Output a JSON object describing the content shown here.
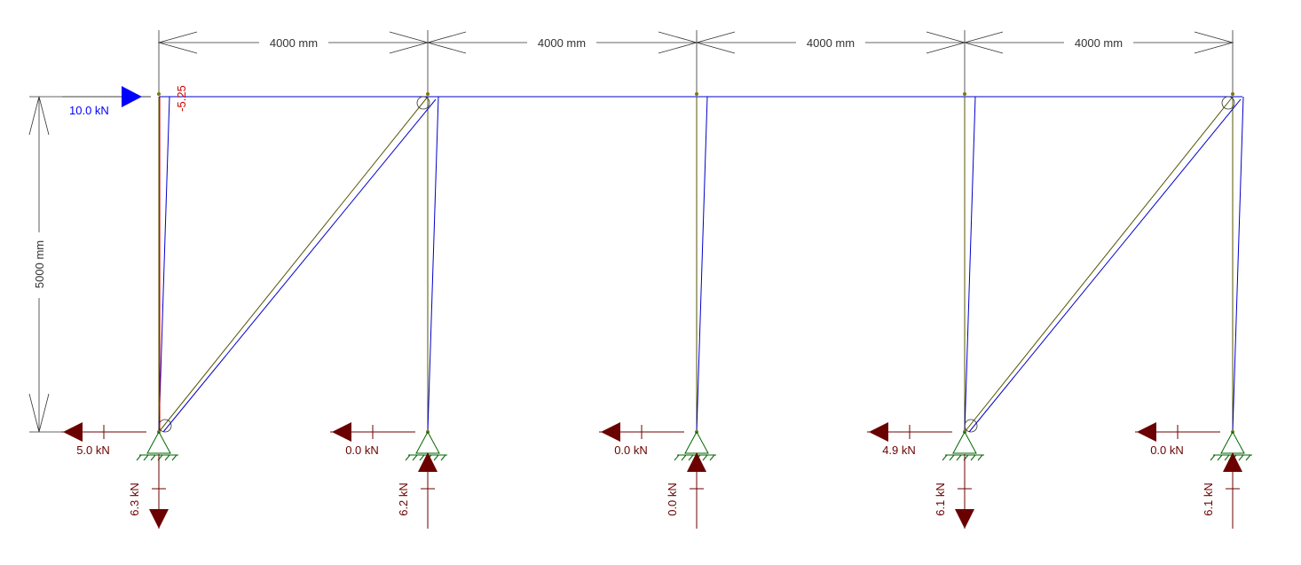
{
  "colors": {
    "dimension": "#333333",
    "member": "#555500",
    "deflected": "#0000cc",
    "axial_tension_line": "#cc0000",
    "applied_load": "#0000ff",
    "reaction": "#6b0000",
    "support": "#006600",
    "node": "#7a7a00",
    "background": "#ffffff"
  },
  "dimensions": {
    "spans": [
      "4000 mm",
      "4000 mm",
      "4000 mm",
      "4000 mm"
    ],
    "height": "5000 mm"
  },
  "applied_load": {
    "label": "10.0 kN",
    "direction": "right"
  },
  "member_force_label": "-5.25",
  "reactions": {
    "horizontal": [
      "5.0 kN",
      "0.0 kN",
      "0.0 kN",
      "4.9 kN",
      "0.0 kN"
    ],
    "vertical": [
      {
        "label": "6.3 kN",
        "direction": "down"
      },
      {
        "label": "6.2 kN",
        "direction": "up"
      },
      {
        "label": "0.0 kN",
        "direction": "up"
      },
      {
        "label": "6.1 kN",
        "direction": "down"
      },
      {
        "label": "6.1 kN",
        "direction": "up"
      }
    ]
  }
}
